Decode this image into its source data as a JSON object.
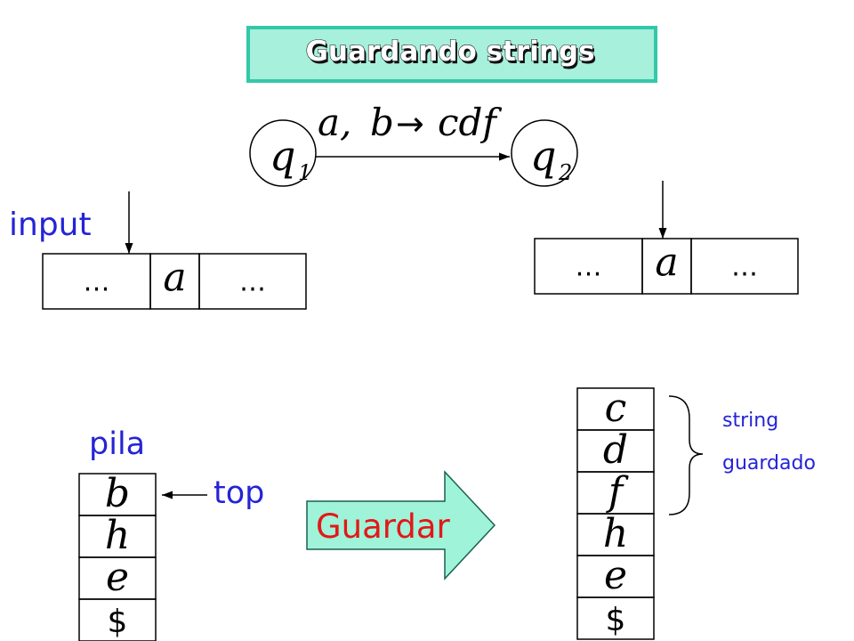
{
  "title": "Guardando strings",
  "automaton": {
    "from_state": "q1",
    "to_state": "q2",
    "transition": {
      "read": "a,",
      "pop": "b",
      "push": "cdf"
    }
  },
  "input_label": "input",
  "tape_before": [
    "…",
    "a",
    "…"
  ],
  "tape_after": [
    "…",
    "a",
    "…"
  ],
  "stack_label": "pila",
  "top_label": "top",
  "stack_before": [
    "b",
    "h",
    "e",
    "$"
  ],
  "stack_after": [
    "c",
    "d",
    "f",
    "h",
    "e",
    "$"
  ],
  "action_label": "Guardar",
  "brace_label": [
    "string",
    "guardado"
  ],
  "colors": {
    "title_fill": "#a6f0dc",
    "title_border": "#33c8a9",
    "title_text": "#ffffff",
    "blue_text": "#2424d6",
    "red_text": "#e21818",
    "arrow_fill": "#9ff3d9"
  }
}
